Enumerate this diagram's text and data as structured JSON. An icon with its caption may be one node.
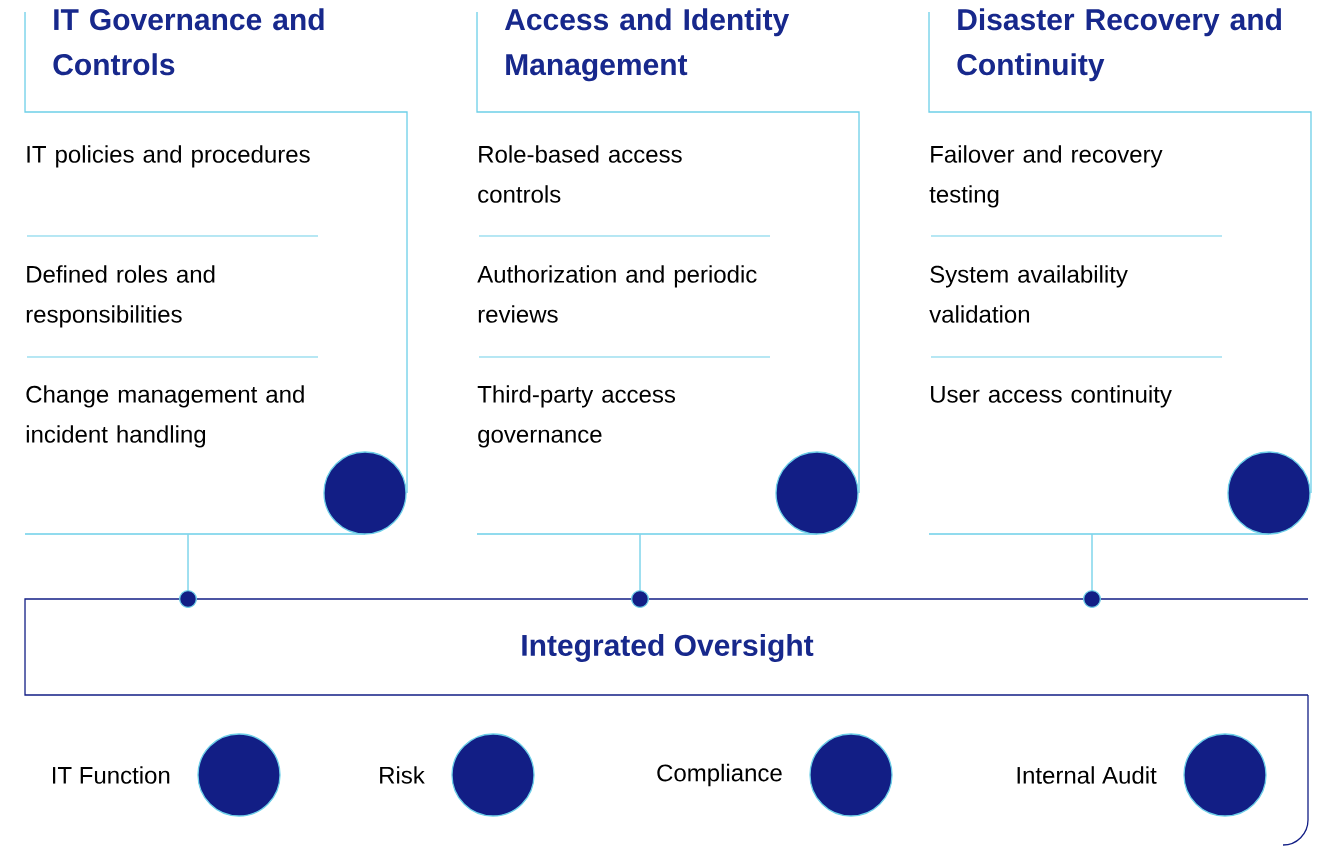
{
  "diagram": {
    "nodes": [
      {
        "text": [
          "IT Governance and Controls",
          "IT policies and procedures",
          "Defined roles and responsibilities",
          "Change management and incident handling"
        ]
      },
      {
        "text": [],
        "shape": "circle",
        "in": 0
      },
      {
        "text": [
          "Access and Identity Management",
          "Role-based access controls",
          "Authorization and periodic reviews",
          "Third-party access governance"
        ]
      },
      {
        "text": [],
        "shape": "circle",
        "in": 2
      },
      {
        "text": [
          "Disaster Recovery and Continuity",
          "Failover and recovery testing",
          "System availability validation",
          "User access continuity"
        ]
      },
      {
        "text": [],
        "shape": "circle",
        "in": 4
      },
      {
        "text": [
          "Integrated Oversight"
        ]
      },
      {
        "text": [],
        "shape": "circle",
        "beside": [
          "IT Function"
        ]
      },
      {
        "text": [],
        "shape": "circle",
        "beside": [
          "Risk"
        ]
      },
      {
        "text": [],
        "shape": "circle",
        "beside": [
          "Compliance"
        ]
      },
      {
        "text": [],
        "shape": "circle",
        "beside": [
          "Internal Audit"
        ]
      }
    ],
    "edges": [
      {
        "from": 0,
        "to": 6,
        "arrow": "other"
      },
      {
        "from": 2,
        "to": 6,
        "arrow": "other"
      },
      {
        "from": 4,
        "to": 6,
        "arrow": "other"
      }
    ]
  }
}
